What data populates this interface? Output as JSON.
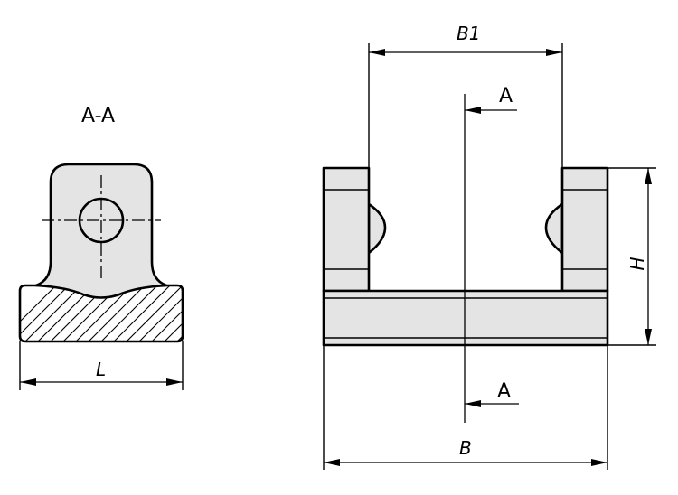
{
  "section_title": "A-A",
  "dimensions": {
    "L": "L",
    "B1": "B1",
    "B": "B",
    "H": "H"
  },
  "section_markers": {
    "top": "A",
    "bottom": "A"
  }
}
